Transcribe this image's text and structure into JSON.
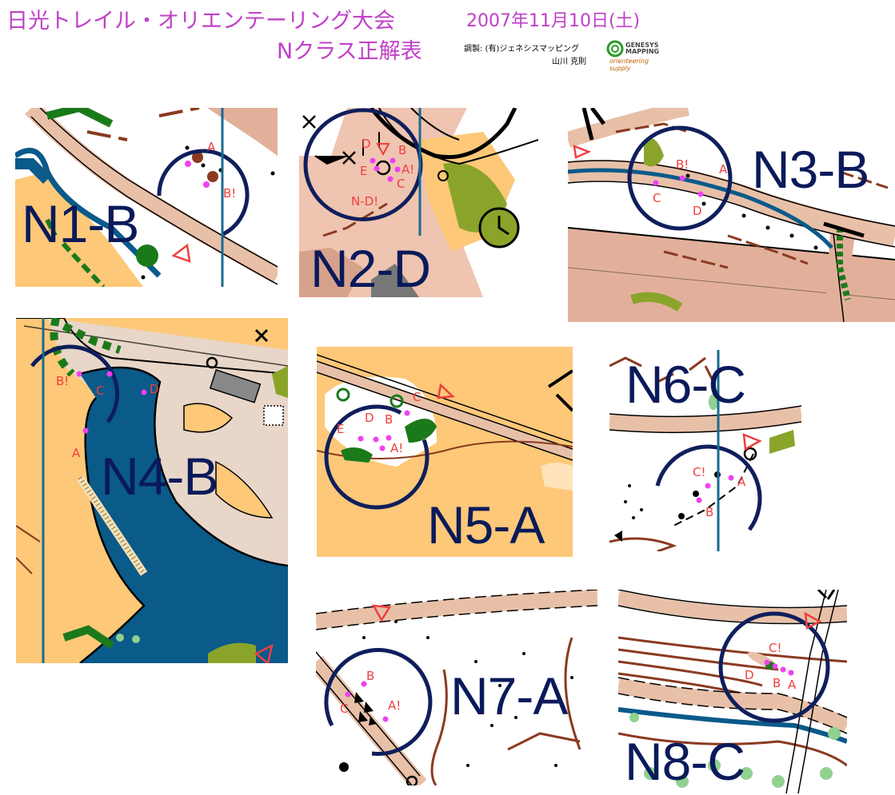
{
  "header": {
    "title_line1": "日光トレイル・オリエンテーリング大会",
    "title_line2": "Nクラス正解表",
    "date": "2007年11月10日(土)",
    "credit_line1": "調製: (有)ジェネシスマッピング",
    "credit_line2": "山川 克則",
    "logo_text_line1": "GENESYS",
    "logo_text_line2": "MAPPING",
    "logo_tagline": "orienteering supply"
  },
  "colors": {
    "title": "#c040c8",
    "label": "#0a1a5a",
    "circle": "#0f1e5c",
    "magenta_dot": "#f040f0",
    "red_marker": "#ef3f3f",
    "map_road": "#e8c0a8",
    "map_open": "#fdc878",
    "map_water": "#0a5a8a",
    "map_green": "#1a7a1a"
  },
  "panels": [
    {
      "id": "N1",
      "label": "N1-B",
      "choices": [
        "A",
        "B!"
      ]
    },
    {
      "id": "N2",
      "label": "N2-D",
      "choices": [
        "D",
        "B",
        "E",
        "A!",
        "C",
        "N-D!"
      ]
    },
    {
      "id": "N3",
      "label": "N3-B",
      "choices": [
        "B!",
        "A",
        "C",
        "D"
      ]
    },
    {
      "id": "N4",
      "label": "N4-B",
      "choices": [
        "B!",
        "C",
        "D",
        "A"
      ]
    },
    {
      "id": "N5",
      "label": "N5-A",
      "choices": [
        "C",
        "D",
        "B",
        "E",
        "A!"
      ]
    },
    {
      "id": "N6",
      "label": "N6-C",
      "choices": [
        "C!",
        "A",
        "B"
      ]
    },
    {
      "id": "N7",
      "label": "N7-A",
      "choices": [
        "B",
        "C",
        "A!"
      ]
    },
    {
      "id": "N8",
      "label": "N8-C",
      "choices": [
        "C!",
        "D",
        "B",
        "A"
      ]
    }
  ]
}
